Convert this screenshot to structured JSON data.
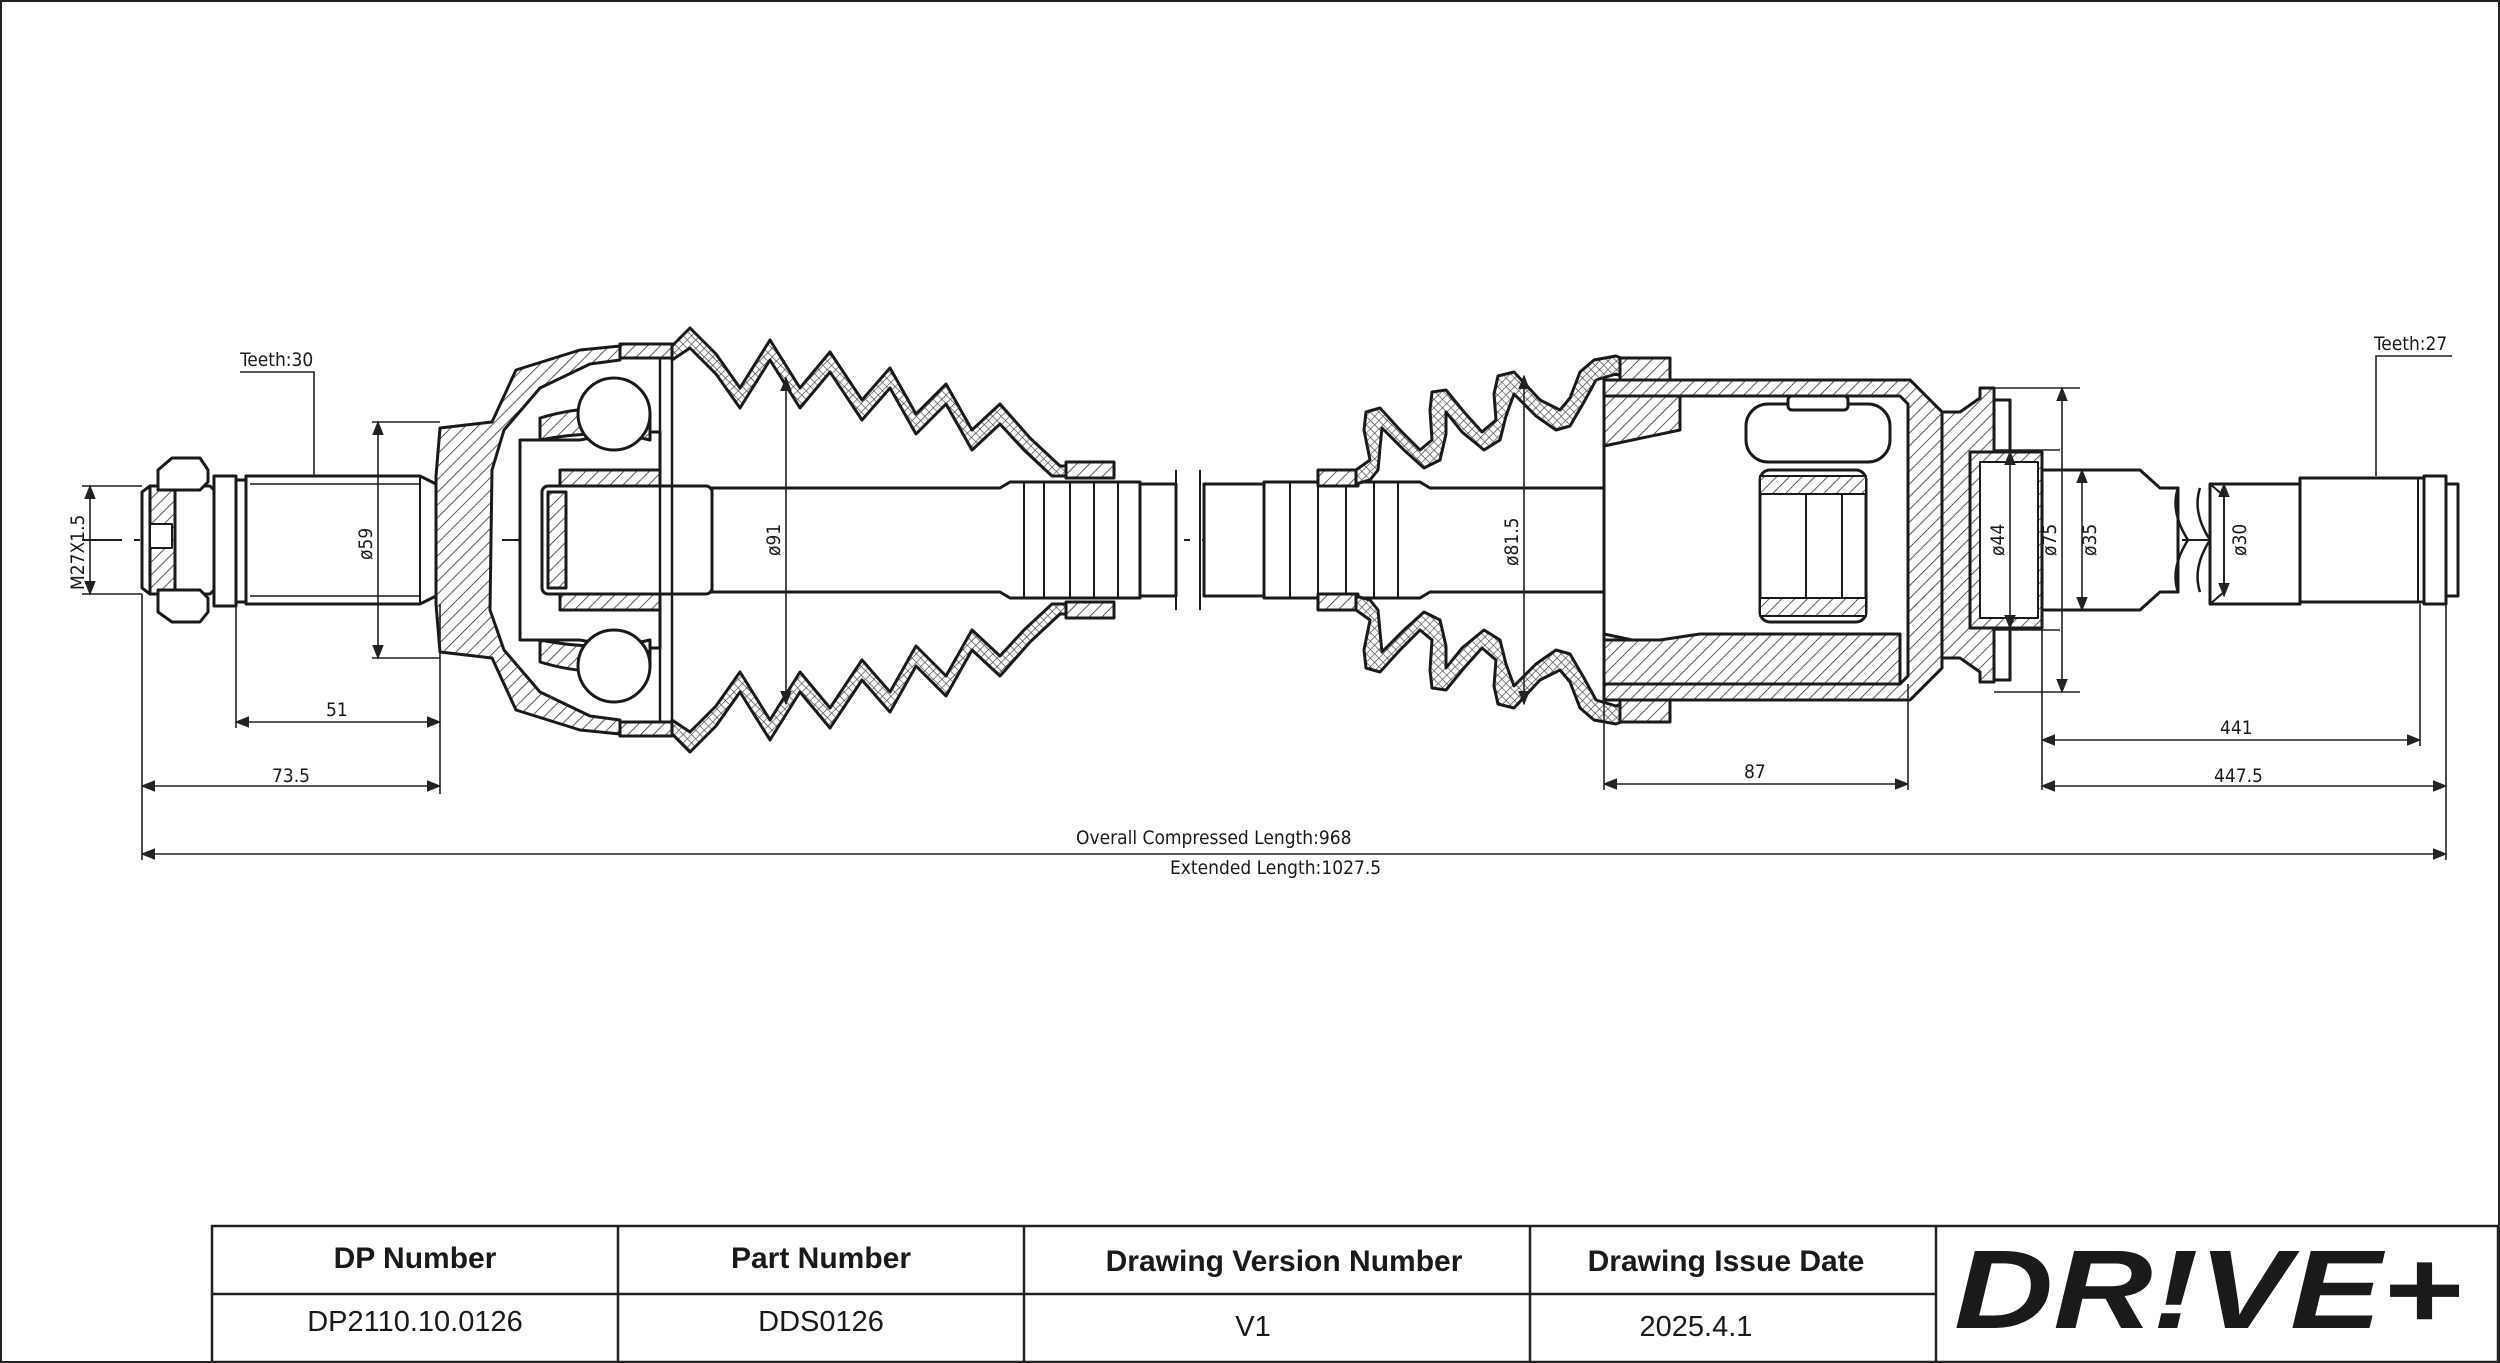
{
  "drawing": {
    "teeth_left": "Teeth:30",
    "teeth_right": "Teeth:27",
    "thread": "M27X1.5",
    "diameters": {
      "d59": "ø59",
      "d91": "ø91",
      "d81_5": "ø81.5",
      "d44": "ø44",
      "d75": "ø75",
      "d35": "ø35",
      "d30": "ø30"
    },
    "lengths": {
      "l51": "51",
      "l73_5": "73.5",
      "l87": "87",
      "l441": "441",
      "l447_5": "447.5"
    },
    "overall": {
      "compressed_label": "Overall  Compressed  Length:",
      "compressed_value": "968",
      "extended_label": "Extended  Length:",
      "extended_value": "1027.5"
    }
  },
  "title_block": {
    "headers": {
      "dp_number": "DP Number",
      "part_number": "Part Number",
      "version": "Drawing Version Number",
      "issue_date": "Drawing Issue Date"
    },
    "values": {
      "dp_number": "DP2110.10.0126",
      "part_number": "DDS0126",
      "version": "V1",
      "issue_date": "2025.4.1"
    }
  },
  "logo": {
    "text": "DR!VE+",
    "color": "#f06a1e"
  }
}
